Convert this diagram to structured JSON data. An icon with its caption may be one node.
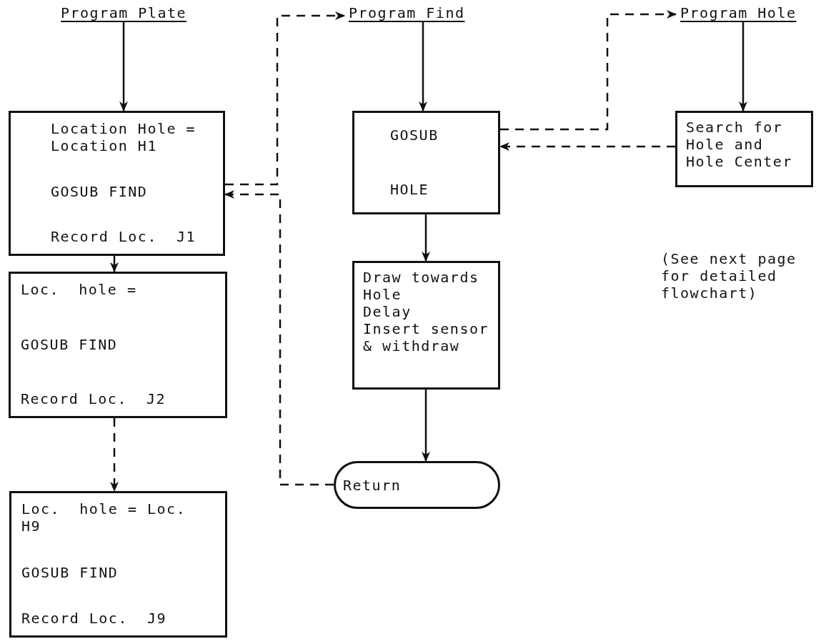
{
  "diagram": {
    "nodes": [
      {
        "text": [
          "Program Plate"
        ]
      },
      {
        "text": [
          "Location Hole = Location H1",
          "GOSUB FIND",
          "Record Loc.  J1"
        ]
      },
      {
        "text": [
          "Loc.  hole =",
          "GOSUB FIND",
          "Record Loc.  J2"
        ]
      },
      {
        "text": [
          "Loc.  hole = Loc.  H9",
          "GOSUB FIND",
          "Record Loc.  J9"
        ]
      },
      {
        "text": [
          "Program Find"
        ]
      },
      {
        "text": [
          "GOSUB",
          "HOLE"
        ]
      },
      {
        "text": [
          "Draw towards Hole",
          "Delay",
          "Insert sensor & withdraw"
        ]
      },
      {
        "text": [
          "Return"
        ]
      },
      {
        "text": [
          "Program Hole"
        ]
      },
      {
        "text": [
          "Search for Hole and Hole Center"
        ]
      }
    ],
    "edges": [
      {
        "from": 0,
        "to": 1,
        "arrow": "to"
      },
      {
        "from": 1,
        "to": 2,
        "arrow": "to"
      },
      {
        "from": 2,
        "to": 3,
        "arrow": "to",
        "style": "dashed"
      },
      {
        "from": 4,
        "to": 5,
        "arrow": "to"
      },
      {
        "from": 5,
        "to": 6,
        "arrow": "to"
      },
      {
        "from": 6,
        "to": 7,
        "arrow": "to"
      },
      {
        "from": 8,
        "to": 9,
        "arrow": "to"
      },
      {
        "from": 1,
        "to": 4,
        "arrow": "to",
        "style": "dashed"
      },
      {
        "from": 7,
        "to": 1,
        "arrow": "to",
        "style": "dashed"
      },
      {
        "from": 5,
        "to": 8,
        "arrow": "to",
        "style": "dashed"
      },
      {
        "from": 9,
        "to": 5,
        "arrow": "to",
        "style": "dashed"
      }
    ],
    "labels": [
      "(See next page for detailed flowchart)"
    ]
  }
}
